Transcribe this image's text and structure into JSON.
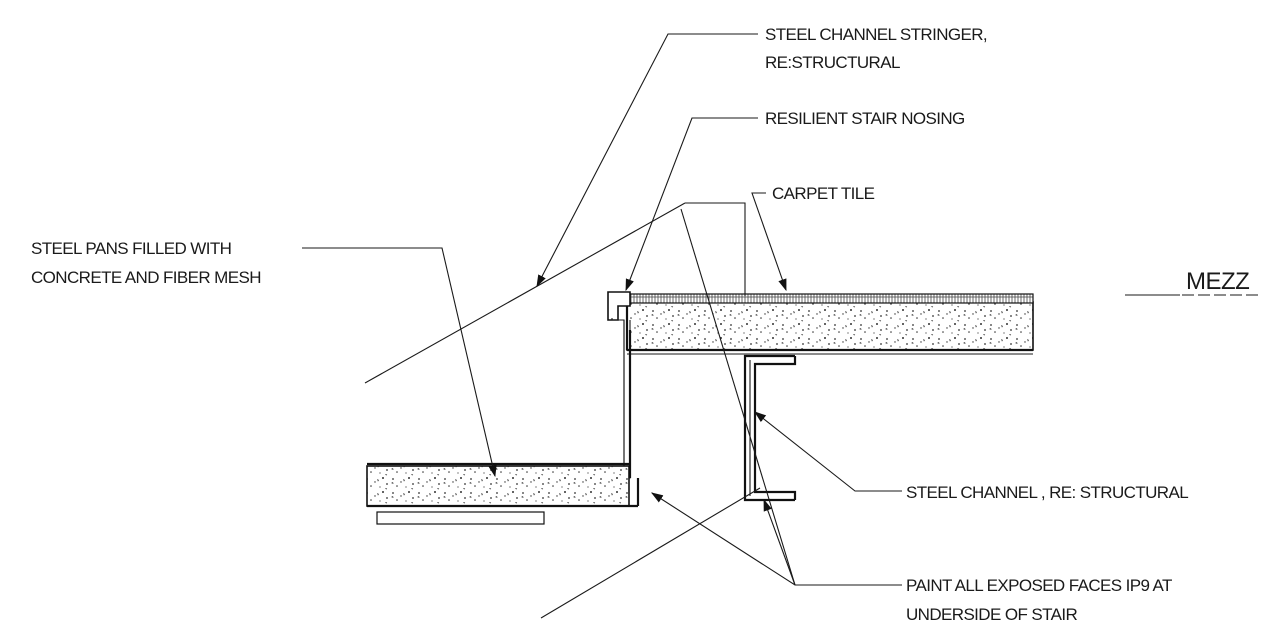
{
  "notes": {
    "stringer_line1": "STEEL CHANNEL STRINGER,",
    "stringer_line2": "RE:STRUCTURAL",
    "nosing": "RESILIENT STAIR NOSING",
    "carpet": "CARPET TILE",
    "pans_line1": "STEEL PANS FILLED WITH",
    "pans_line2": "CONCRETE AND FIBER MESH",
    "channel": "STEEL CHANNEL , RE: STRUCTURAL",
    "paint_line1": "PAINT ALL EXPOSED FACES IP9 AT",
    "paint_line2": "UNDERSIDE OF STAIR"
  },
  "level_label": "MEZZ"
}
